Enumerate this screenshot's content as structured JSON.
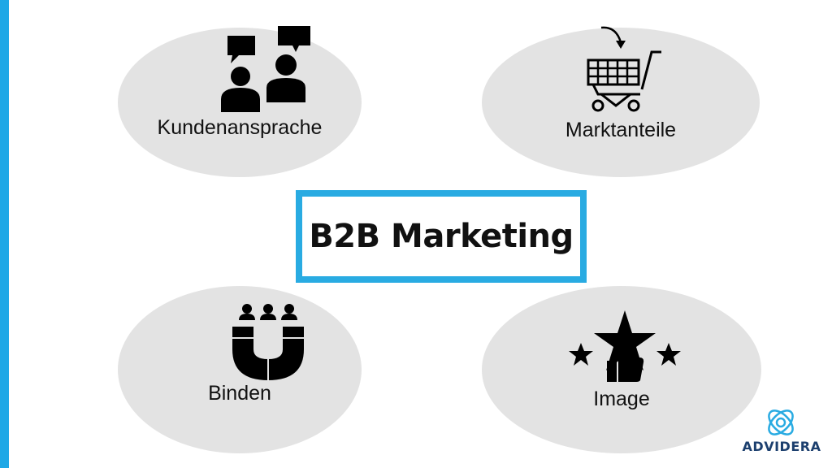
{
  "title": "B2B Marketing",
  "accent_color": "#29abe2",
  "nodes": [
    {
      "label": "Kundenansprache",
      "icon": "people-speech-bubbles-icon"
    },
    {
      "label": "Marktanteile",
      "icon": "shopping-cart-icon"
    },
    {
      "label": "Binden",
      "icon": "magnet-people-icon"
    },
    {
      "label": "Image",
      "icon": "stars-thumbs-up-icon"
    }
  ],
  "brand": {
    "name": "ADVIDERA",
    "color": "#1c3f6e",
    "mark_color": "#29abe2"
  }
}
